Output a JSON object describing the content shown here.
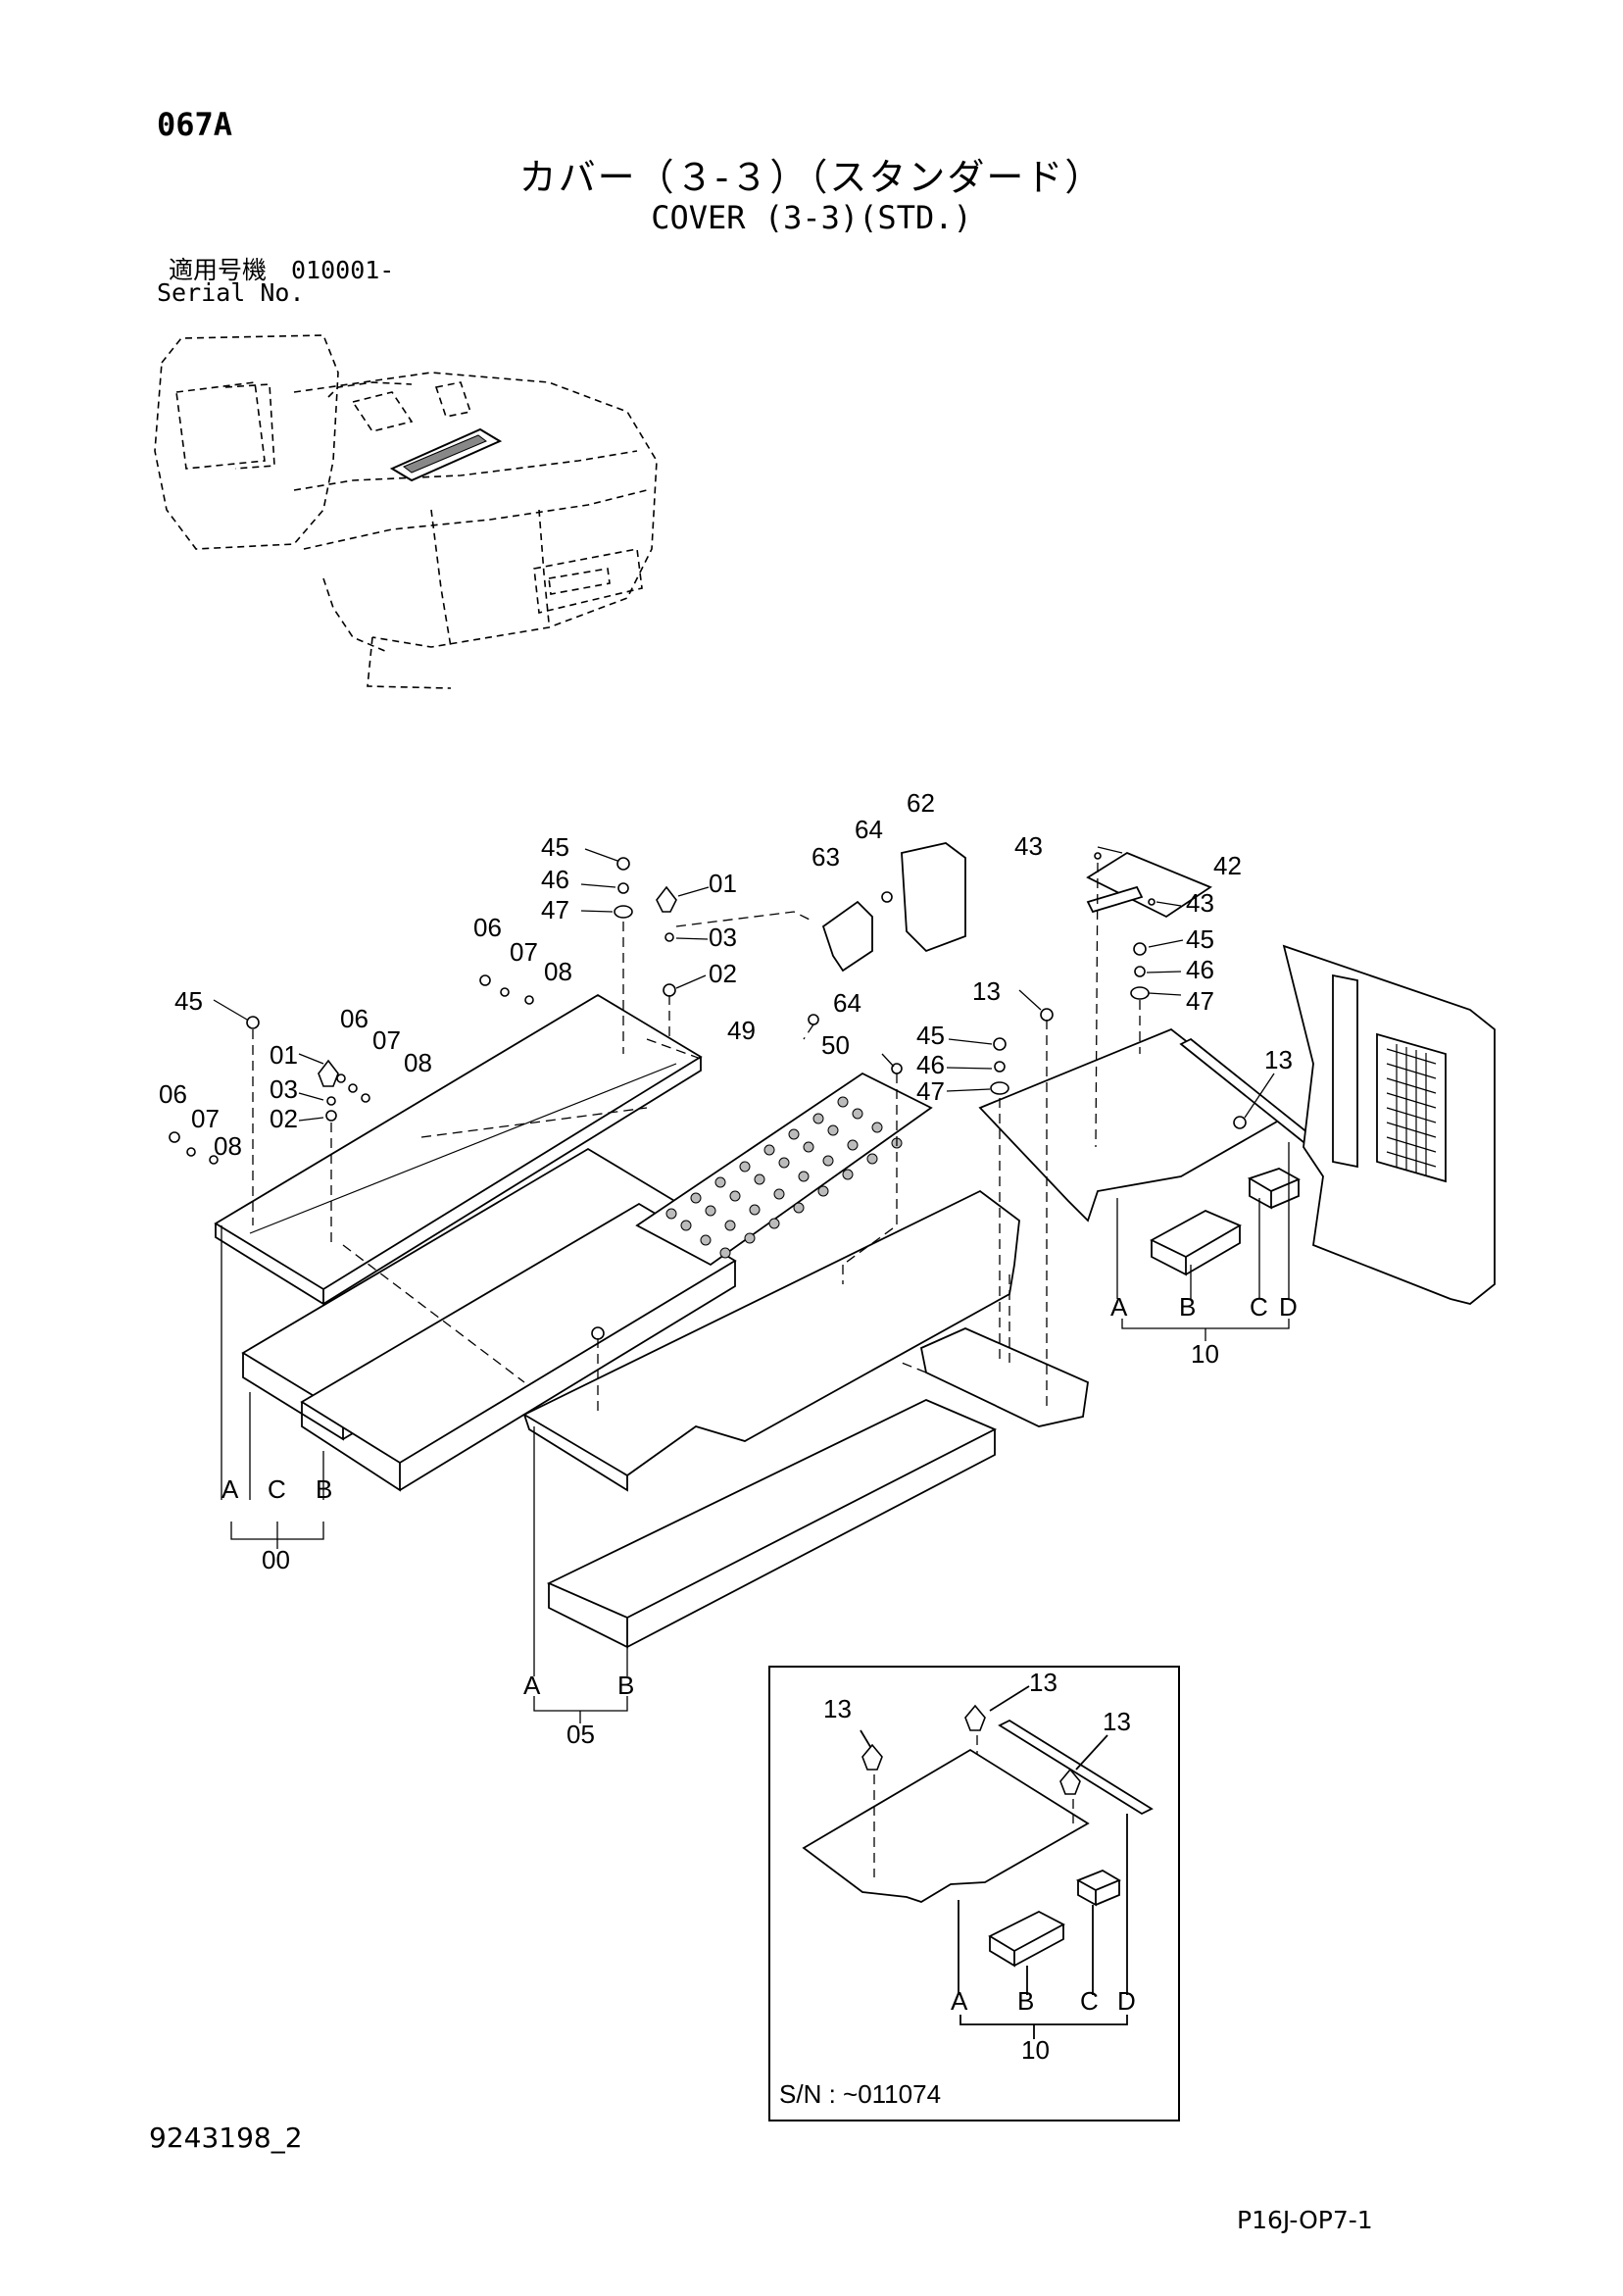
{
  "header": {
    "page_code": "067A",
    "title_jp": "カバー（３-３）（スタンダード）",
    "title_en": "COVER (3-3)(STD.)",
    "serial_label_jp": "適用号機　010001-",
    "serial_label_en": "Serial No."
  },
  "callouts": [
    "45",
    "46",
    "47",
    "01",
    "03",
    "02",
    "06",
    "07",
    "08",
    "45",
    "06",
    "07",
    "08",
    "01",
    "03",
    "02",
    "06",
    "07",
    "08",
    "63",
    "64",
    "62",
    "64",
    "49",
    "50",
    "45",
    "46",
    "47",
    "43",
    "42",
    "43",
    "45",
    "46",
    "47",
    "13",
    "13",
    "A",
    "C",
    "B",
    "00",
    "A",
    "B",
    "05",
    "A",
    "B",
    "C",
    "D",
    "10"
  ],
  "inset": {
    "callouts": [
      "13",
      "13",
      "13",
      "A",
      "B",
      "C",
      "D",
      "10"
    ],
    "serial_range": "S/N : ~011074"
  },
  "footer": {
    "drawing_no": "9243198_2",
    "sheet_code": "P16J-OP7-1"
  }
}
